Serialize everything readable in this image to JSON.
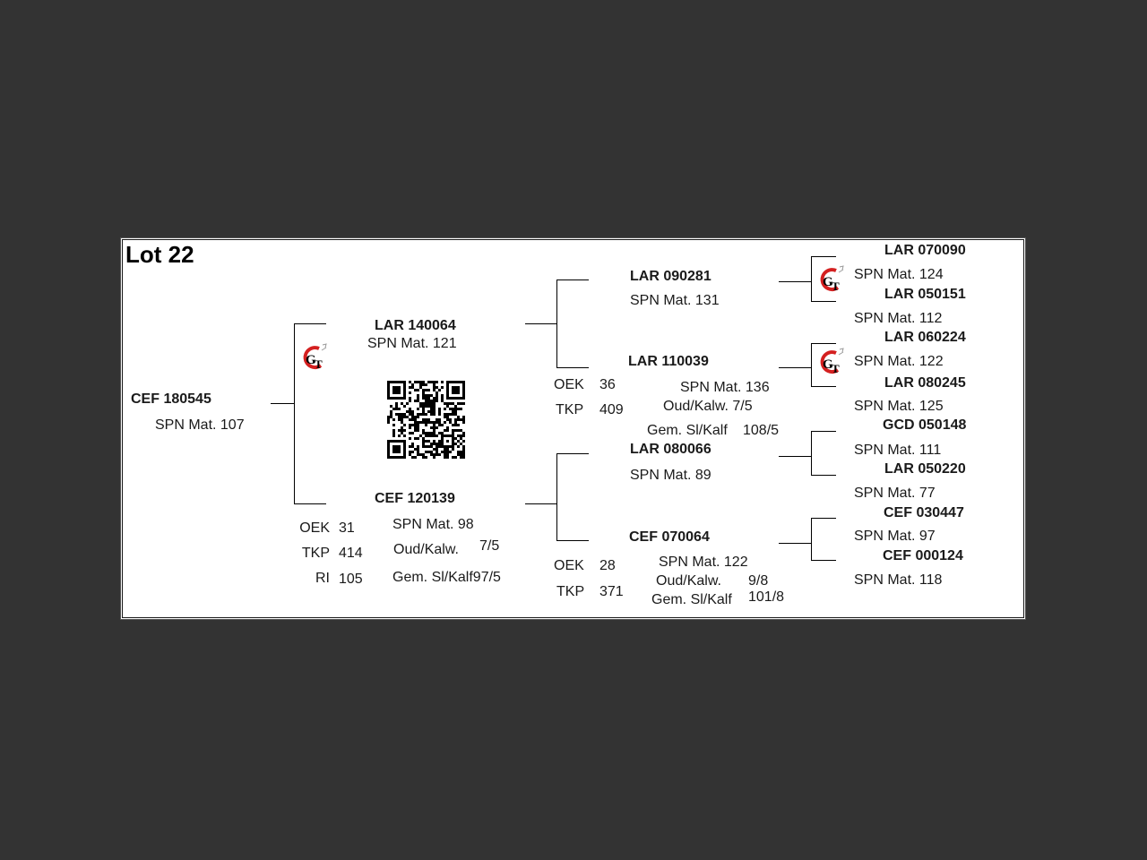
{
  "lot": "Lot 22",
  "animal": {
    "id": "CEF 180545",
    "spn": "SPN Mat. 107"
  },
  "sire": {
    "id": "LAR 140064",
    "spn": "SPN Mat. 121"
  },
  "dam": {
    "id": "CEF 120139",
    "spn": "SPN Mat. 98",
    "oek_label": "OEK",
    "oek": "31",
    "tkp_label": "TKP",
    "tkp": "414",
    "ri_label": "RI",
    "ri": "105",
    "oud_label": "Oud/Kalw.",
    "oud": "7/5",
    "gem": "Gem. Sl/Kalf97/5"
  },
  "gen2": {
    "ss": {
      "id": "LAR 090281",
      "spn": "SPN Mat. 131"
    },
    "sd": {
      "id": "LAR 110039",
      "spn": "SPN Mat. 136",
      "oek_label": "OEK",
      "oek": "36",
      "tkp_label": "TKP",
      "tkp": "409",
      "oud": "Oud/Kalw.  7/5",
      "gem_label": "Gem. Sl/Kalf",
      "gem": "108/5"
    },
    "ds": {
      "id": "LAR 080066",
      "spn": "SPN Mat. 89"
    },
    "dd": {
      "id": "CEF 070064",
      "spn": "SPN Mat. 122",
      "oek_label": "OEK",
      "oek": "28",
      "tkp_label": "TKP",
      "tkp": "371",
      "oud_label": "Oud/Kalw.",
      "oud": "9/8",
      "gem_label": "Gem. Sl/Kalf",
      "gem": "101/8"
    }
  },
  "gen3": [
    {
      "id": "LAR 070090",
      "spn": "SPN Mat. 124"
    },
    {
      "id": "LAR 050151",
      "spn": "SPN Mat. 112"
    },
    {
      "id": "LAR 060224",
      "spn": "SPN Mat. 122"
    },
    {
      "id": "LAR 080245",
      "spn": "SPN Mat. 125"
    },
    {
      "id": "GCD 050148",
      "spn": "SPN Mat. 111"
    },
    {
      "id": "LAR 050220",
      "spn": "SPN Mat. 77"
    },
    {
      "id": "CEF 030447",
      "spn": "SPN Mat. 97"
    },
    {
      "id": "CEF 000124",
      "spn": "SPN Mat. 118"
    }
  ],
  "logo_text": "GT",
  "colors": {
    "logo_red": "#d42020",
    "background": "#333333"
  }
}
